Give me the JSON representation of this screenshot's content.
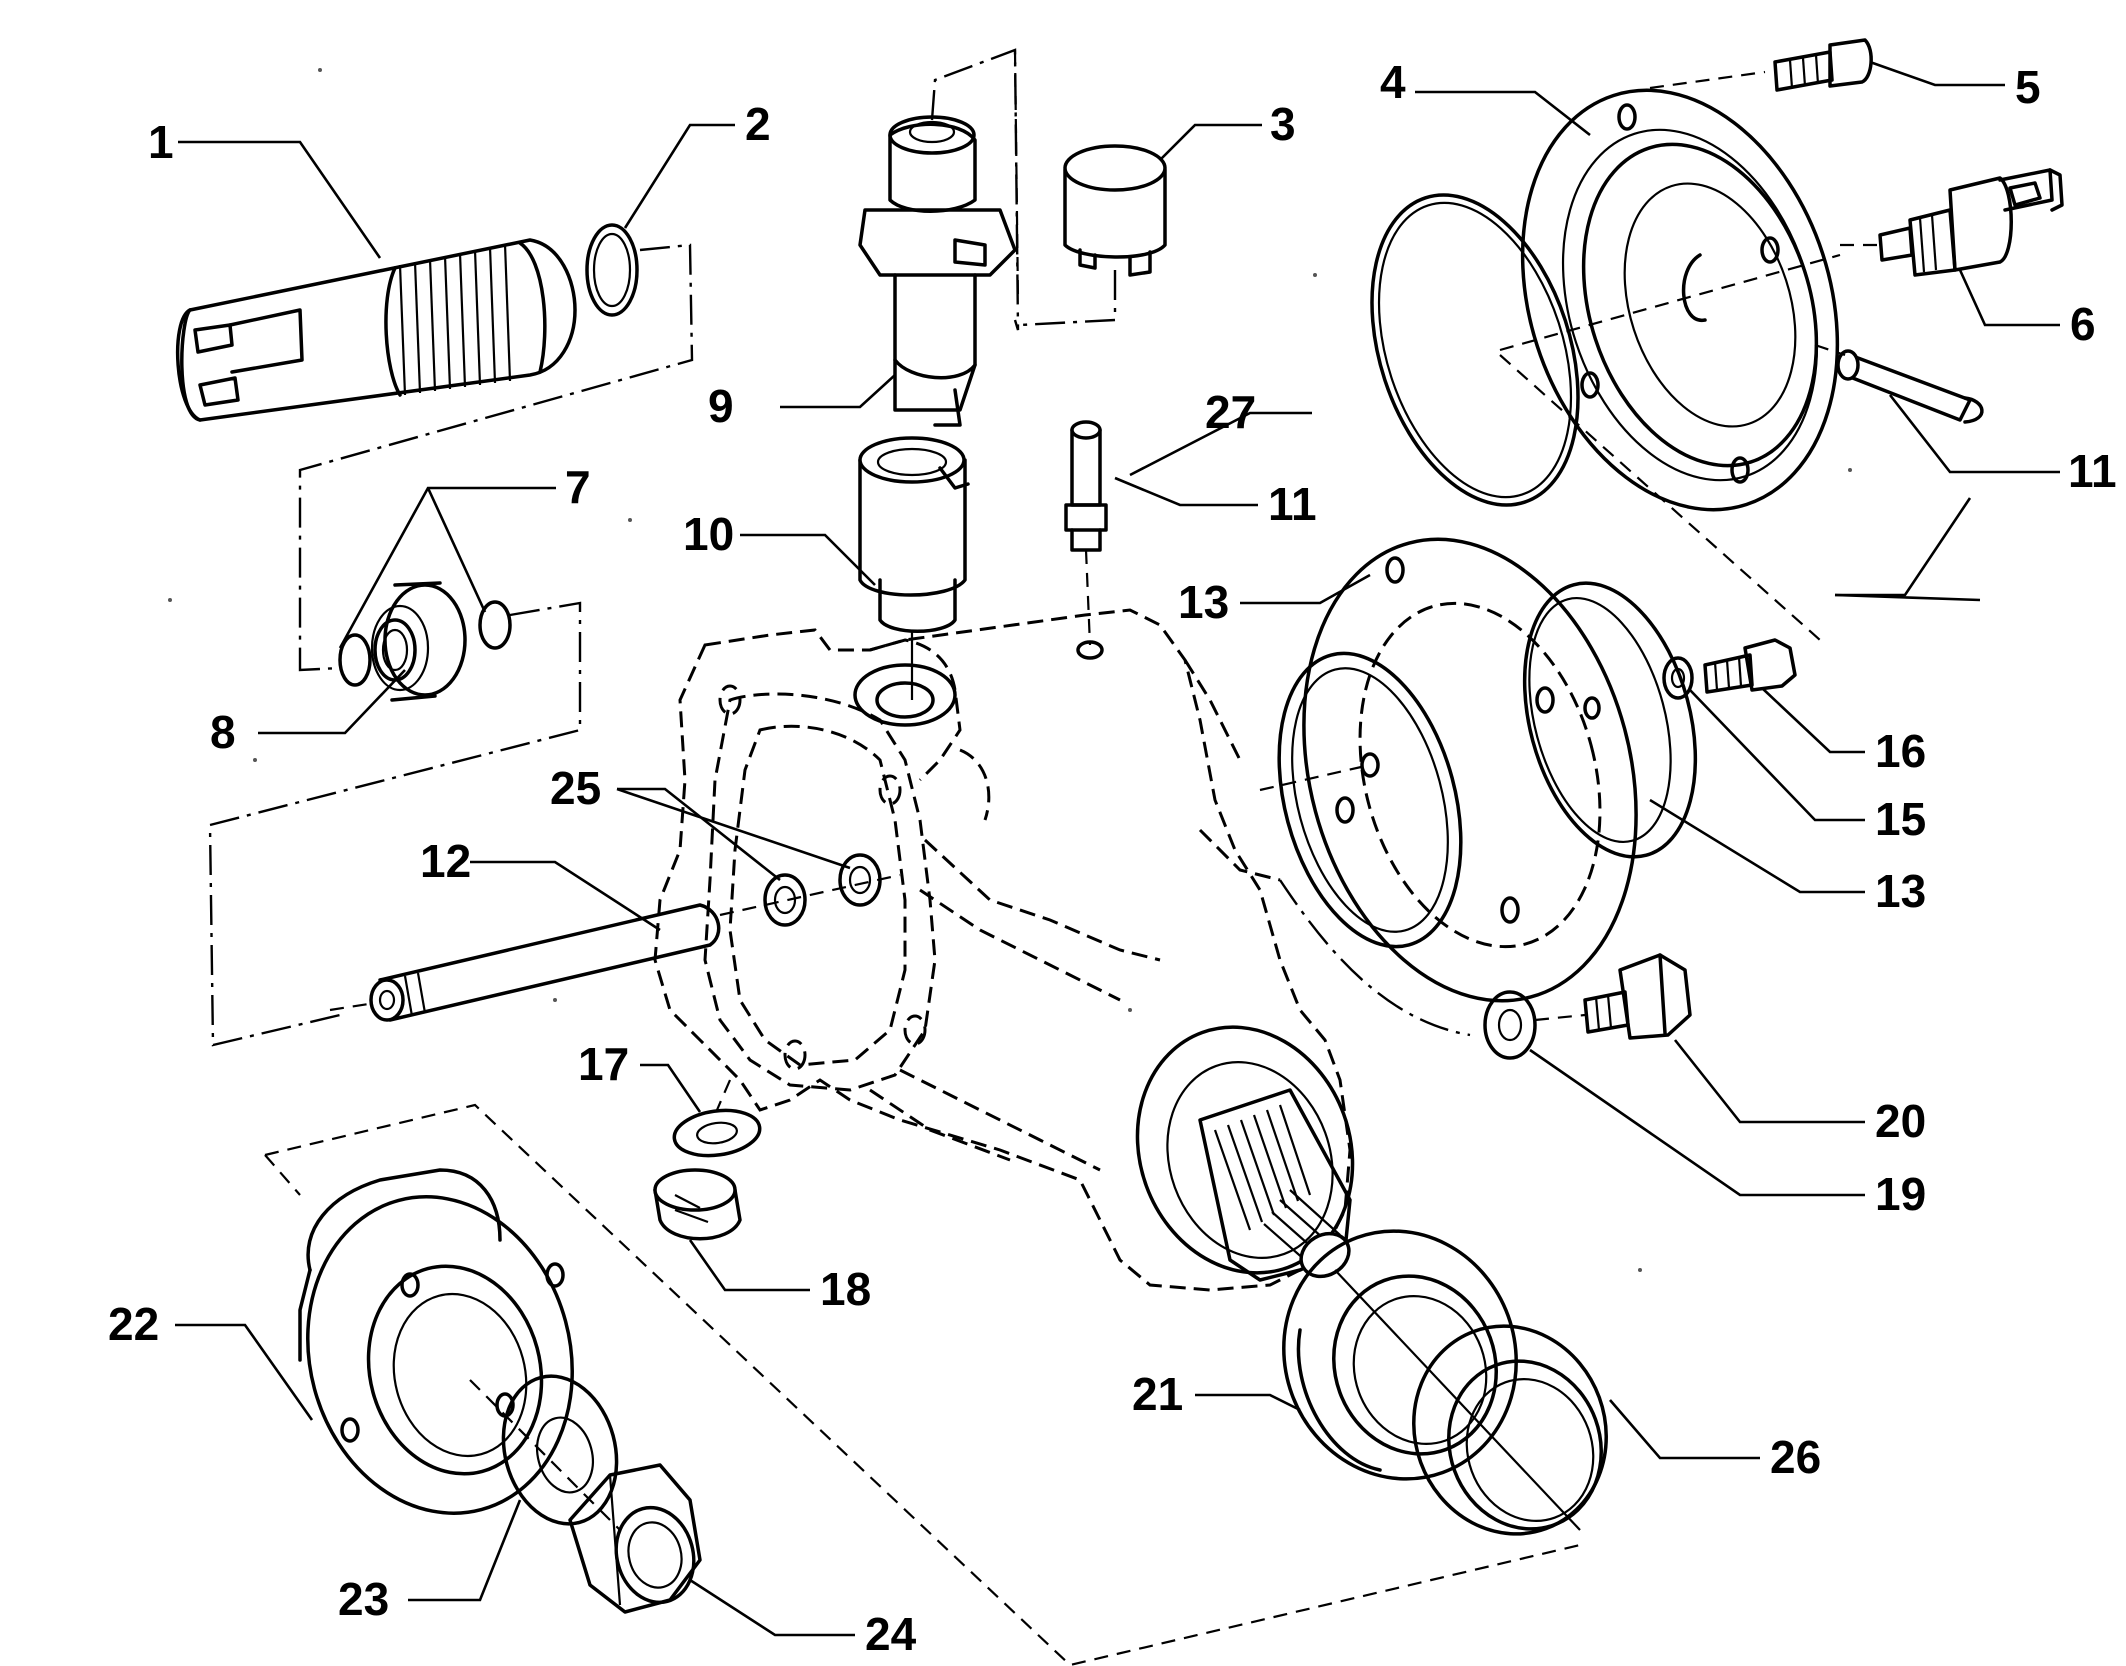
{
  "callouts": [
    {
      "id": "c1",
      "text": "1"
    },
    {
      "id": "c2",
      "text": "2"
    },
    {
      "id": "c3",
      "text": "3"
    },
    {
      "id": "c4",
      "text": "4"
    },
    {
      "id": "c5",
      "text": "5"
    },
    {
      "id": "c6",
      "text": "6"
    },
    {
      "id": "c7",
      "text": "7"
    },
    {
      "id": "c8",
      "text": "8"
    },
    {
      "id": "c9",
      "text": "9"
    },
    {
      "id": "c10",
      "text": "10"
    },
    {
      "id": "c11a",
      "text": "11"
    },
    {
      "id": "c11b",
      "text": "11"
    },
    {
      "id": "c12",
      "text": "12"
    },
    {
      "id": "c13a",
      "text": "13"
    },
    {
      "id": "c13b",
      "text": "13"
    },
    {
      "id": "c15",
      "text": "15"
    },
    {
      "id": "c16",
      "text": "16"
    },
    {
      "id": "c17",
      "text": "17"
    },
    {
      "id": "c18",
      "text": "18"
    },
    {
      "id": "c19",
      "text": "19"
    },
    {
      "id": "c20",
      "text": "20"
    },
    {
      "id": "c21",
      "text": "21"
    },
    {
      "id": "c22",
      "text": "22"
    },
    {
      "id": "c23",
      "text": "23"
    },
    {
      "id": "c24",
      "text": "24"
    },
    {
      "id": "c25",
      "text": "25"
    },
    {
      "id": "c26",
      "text": "26"
    },
    {
      "id": "c27",
      "text": "27"
    }
  ],
  "colors": {
    "ink": "#000000",
    "paper": "#ffffff"
  }
}
